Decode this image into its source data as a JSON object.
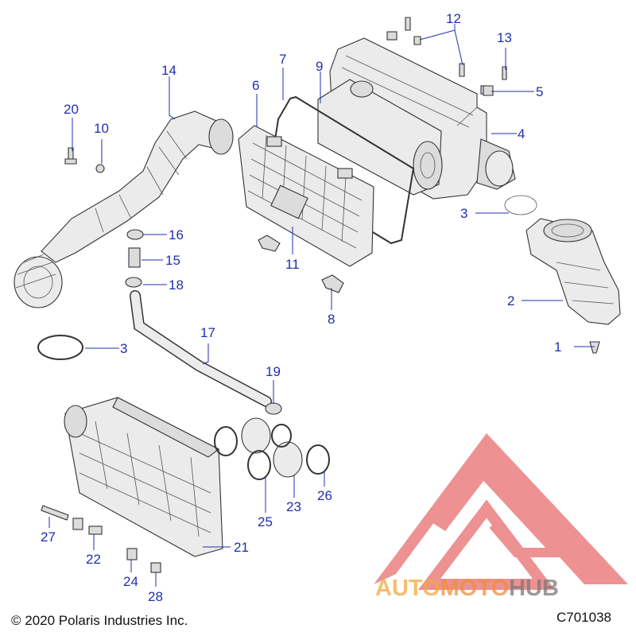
{
  "callouts": {
    "c1": "1",
    "c2": "2",
    "c3a": "3",
    "c3b": "3",
    "c4": "4",
    "c5": "5",
    "c6": "6",
    "c7": "7",
    "c8": "8",
    "c9": "9",
    "c10": "10",
    "c11": "11",
    "c12": "12",
    "c13": "13",
    "c14": "14",
    "c15": "15",
    "c16": "16",
    "c17": "17",
    "c18": "18",
    "c19": "19",
    "c20": "20",
    "c21": "21",
    "c22": "22",
    "c23": "23",
    "c24": "24",
    "c25": "25",
    "c26": "26",
    "c27": "27",
    "c28": "28"
  },
  "footer": {
    "copyright": "© 2020 Polaris Industries Inc.",
    "diagram_id": "C701038"
  },
  "watermark": {
    "brand_auto": "AUTO",
    "brand_moto": "MOTO",
    "brand_hub": "HUB",
    "colors": {
      "logo": "#e0393b",
      "auto": "#f2a93b",
      "moto": "#ef8f3a",
      "hub": "#7a7a7a"
    }
  }
}
